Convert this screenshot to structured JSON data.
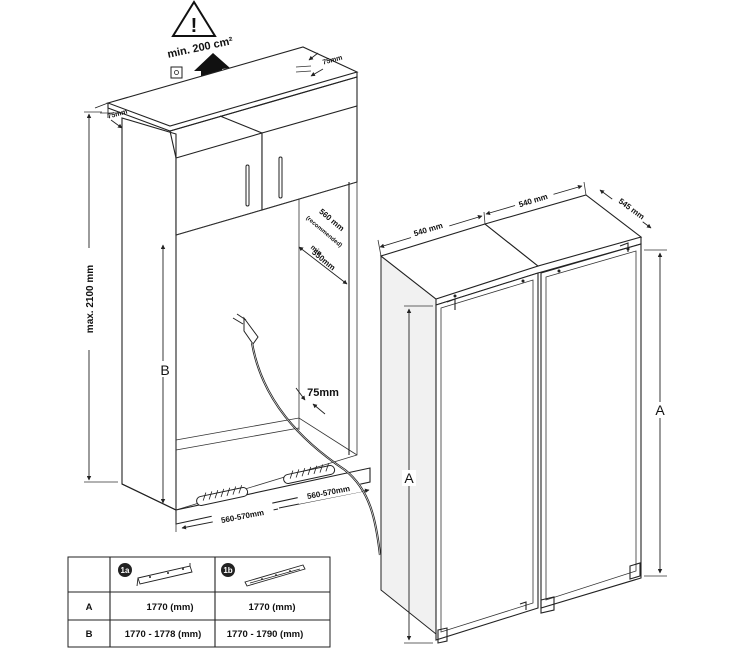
{
  "warning": {
    "icon": "warning-triangle-icon",
    "vent_area": "min. 200 cm²"
  },
  "niche": {
    "height_max": "max. 2100 mm",
    "top_clearance_left": "75mm",
    "top_clearance_right": "75mm",
    "depth_recommended": "560 mm",
    "depth_recommended_note": "(recommended)",
    "depth_min_label": "min",
    "depth_min": "550mm",
    "rear_clearance": "75mm",
    "label_b": "B",
    "width_left": "560-570mm",
    "width_right": "560-570mm"
  },
  "appliance": {
    "width_left": "540 mm",
    "width_right": "540 mm",
    "depth": "545 mm",
    "label_a_left": "A",
    "label_a_right": "A"
  },
  "table": {
    "col_1a": "1a",
    "col_1b": "1b",
    "rows": [
      {
        "label": "A",
        "v1a": "1770 (mm)",
        "v1b": "1770 (mm)"
      },
      {
        "label": "B",
        "v1a": "1770 - 1778 (mm)",
        "v1b": "1770 - 1790 (mm)"
      }
    ]
  }
}
